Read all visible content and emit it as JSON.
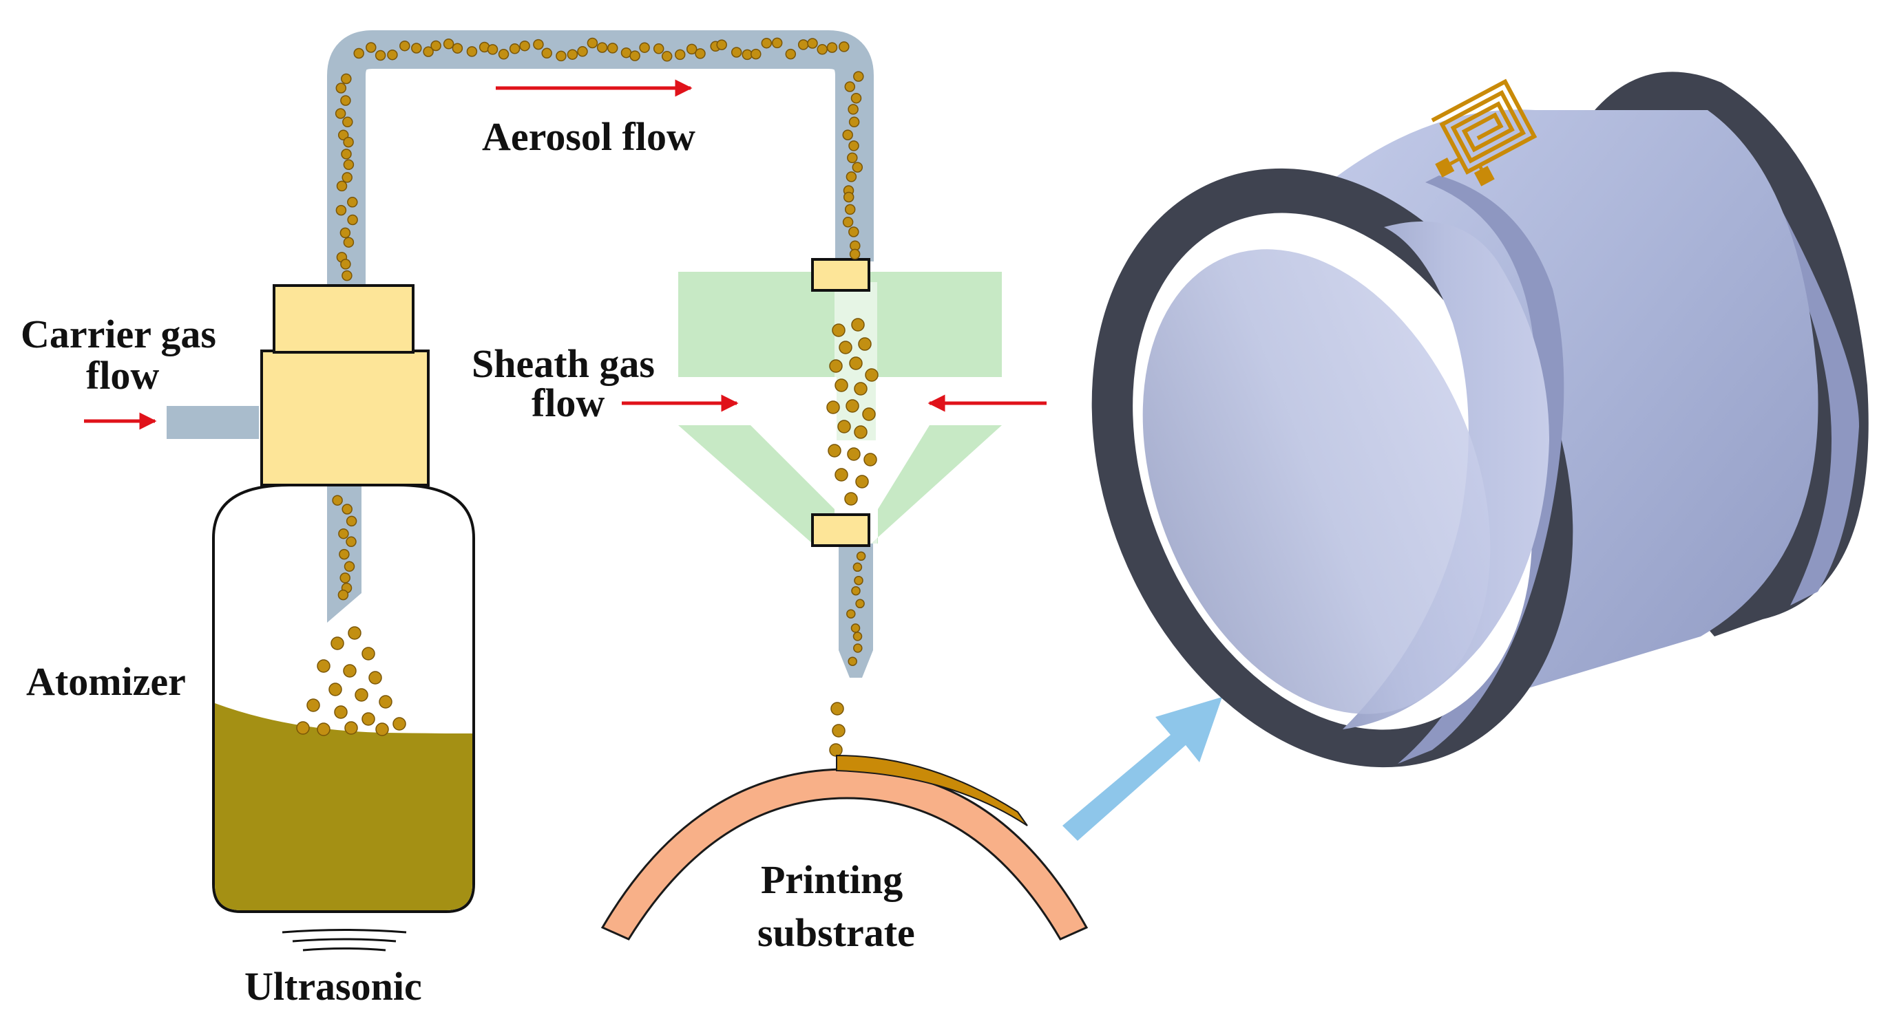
{
  "labels": {
    "carrier_gas_line1": "Carrier gas",
    "carrier_gas_line2": "flow",
    "aerosol_flow": "Aerosol flow",
    "sheath_gas_line1": "Sheath gas",
    "sheath_gas_line2": "flow",
    "atomizer": "Atomizer",
    "ultrasonic": "Ultrasonic",
    "printing_line1": "Printing",
    "printing_line2": "substrate"
  },
  "colors": {
    "tube": "#a9bccc",
    "particle": "#c28f12",
    "particle_stroke": "#7a5608",
    "cap": "#fde598",
    "liquid": "#a49014",
    "nozzle_body": "#c4e8c2",
    "flow_arrow": "#e0121a",
    "substrate": "#f8b088",
    "printed_trace": "#c98a08",
    "big_arrow": "#8ec6ea",
    "ring_face": "#3f4350",
    "ring_inner": "#b4bddc",
    "ring_outer": "#9ea8cf"
  }
}
